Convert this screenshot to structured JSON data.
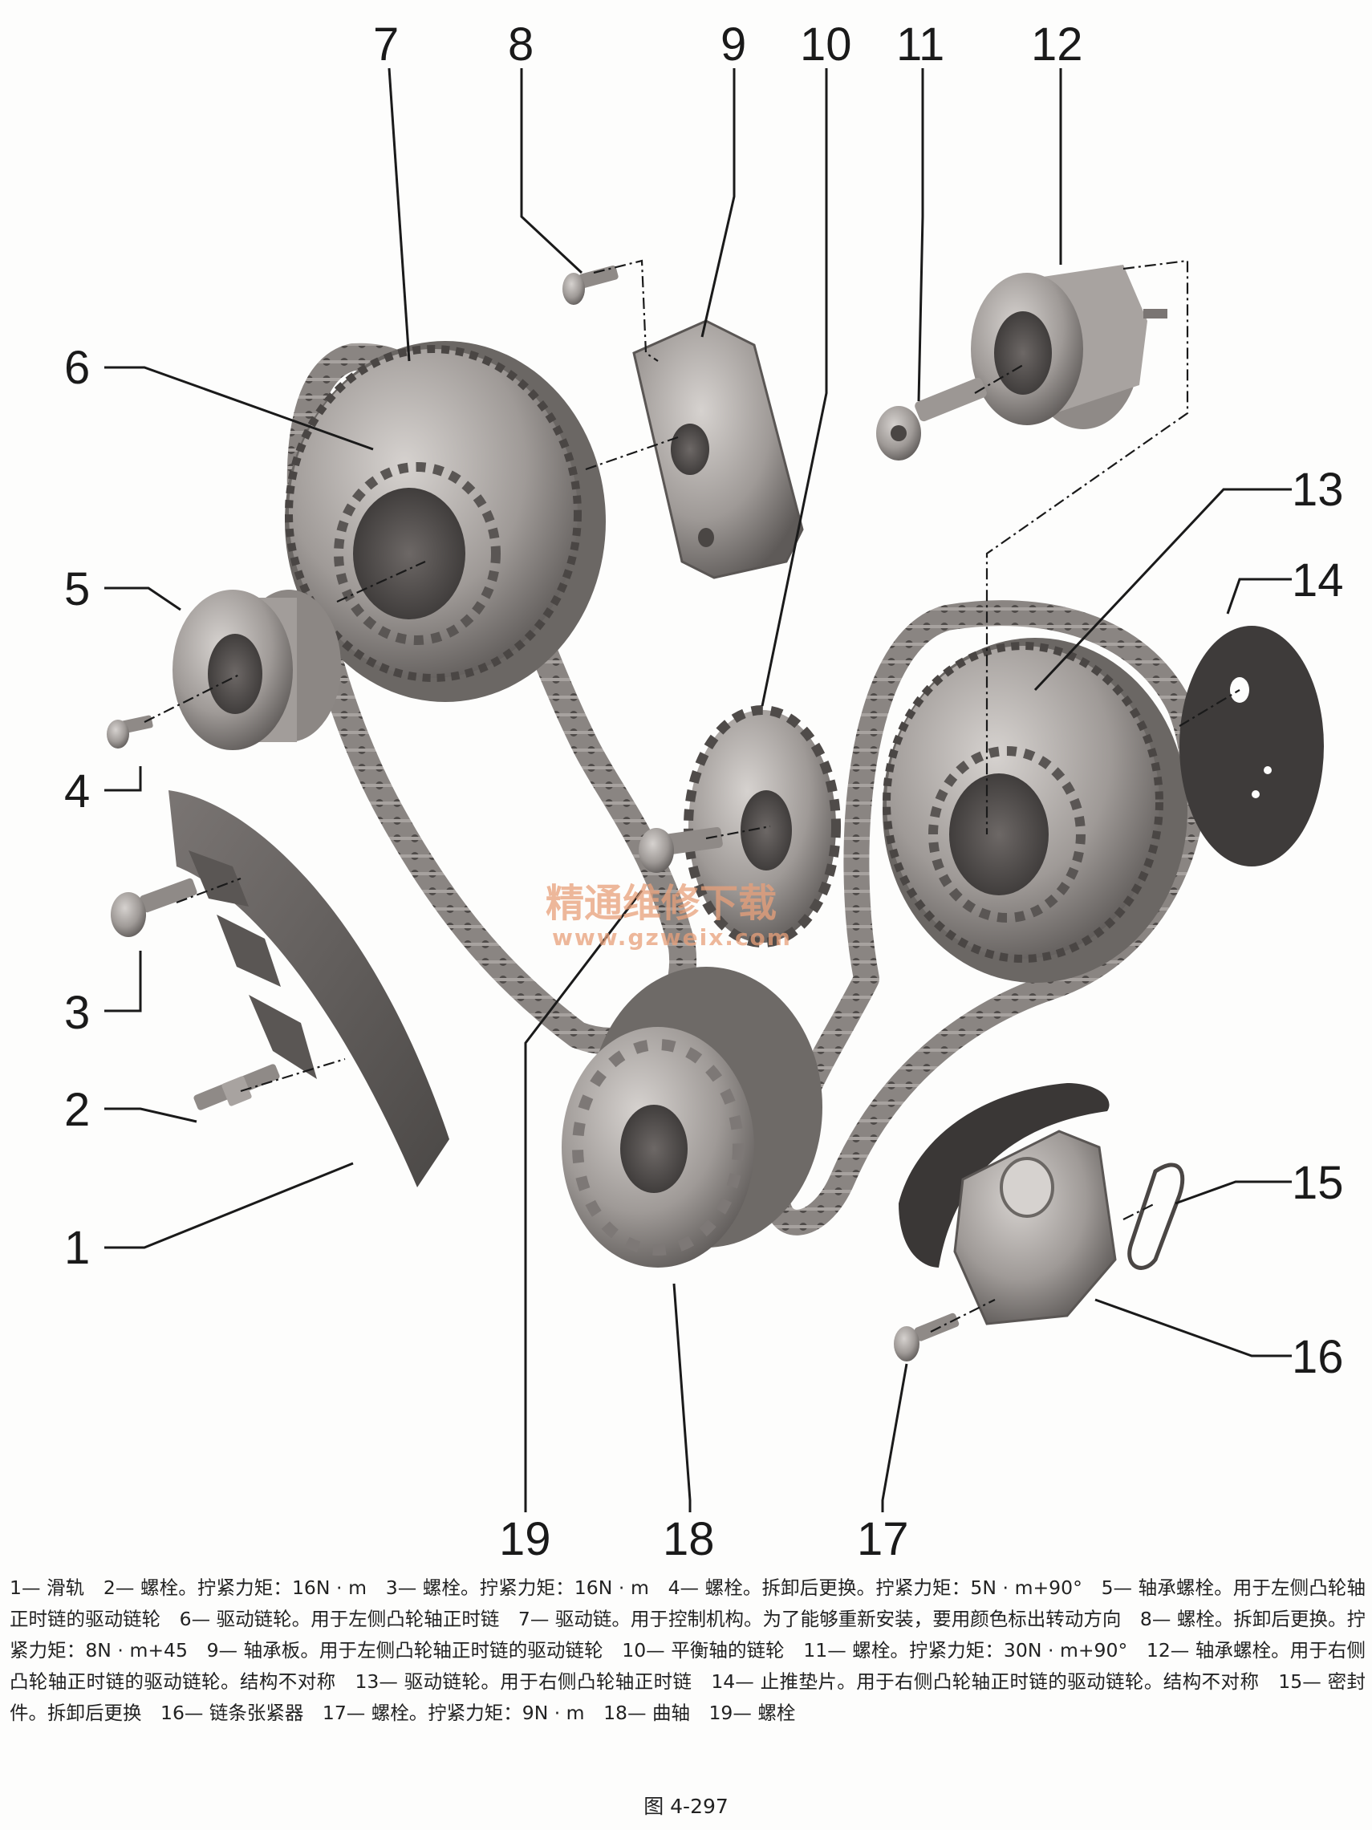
{
  "callouts": [
    "1",
    "2",
    "3",
    "4",
    "5",
    "6",
    "7",
    "8",
    "9",
    "10",
    "11",
    "12",
    "13",
    "14",
    "15",
    "16",
    "17",
    "18",
    "19"
  ],
  "watermark": {
    "chinese": "精通维修下载",
    "url": "www.gzweix.com"
  },
  "caption": "1— 滑轨　2— 螺栓。拧紧力矩：16N · m　3— 螺栓。拧紧力矩：16N · m　4— 螺栓。拆卸后更换。拧紧力矩：5N · m+90°　5— 轴承螺栓。用于左侧凸轮轴正时链的驱动链轮　6— 驱动链轮。用于左侧凸轮轴正时链　7— 驱动链。用于控制机构。为了能够重新安装，要用颜色标出转动方向　8— 螺栓。拆卸后更换。拧紧力矩：8N · m+45　9— 轴承板。用于左侧凸轮轴正时链的驱动链轮　10— 平衡轴的链轮　11— 螺栓。拧紧力矩：30N · m+90°　12— 轴承螺栓。用于右侧凸轮轴正时链的驱动链轮。结构不对称　13— 驱动链轮。用于右侧凸轮轴正时链　14— 止推垫片。用于右侧凸轮轴正时链的驱动链轮。结构不对称　15— 密封件。拆卸后更换　16— 链条张紧器　17— 螺栓。拧紧力矩：9N · m　18— 曲轴　19— 螺栓",
  "figure_label": "图 4-297",
  "colors": {
    "metal": "#9a9592",
    "metal_dark": "#5a5654",
    "metal_light": "#c9c5c2",
    "line": "#1a1a1a",
    "watermark": "#e8a07a"
  }
}
